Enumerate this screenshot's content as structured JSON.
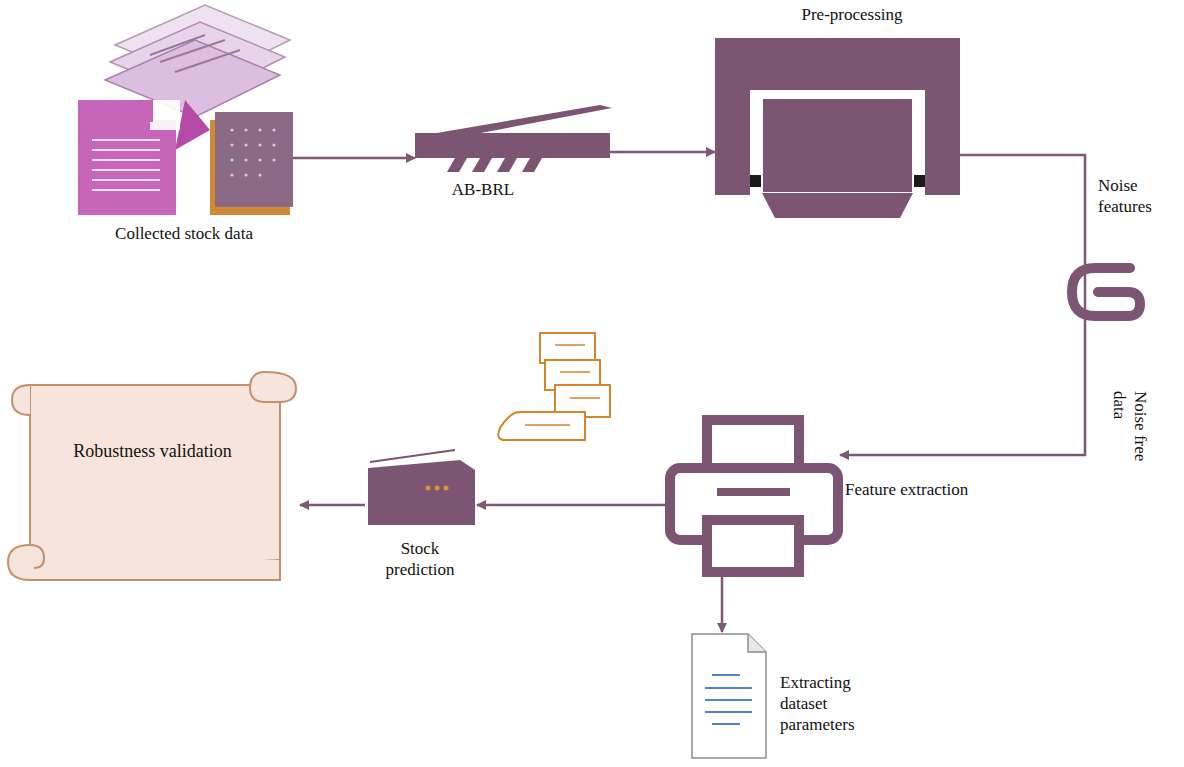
{
  "diagram": {
    "nodes": [
      {
        "text": [
          "Collected stock data"
        ]
      },
      {
        "text": [
          "AB-BRL"
        ]
      },
      {
        "text": [
          "Pre-processing"
        ]
      },
      {
        "text": [
          "Feature extraction"
        ]
      },
      {
        "text": [
          "Stock prediction"
        ]
      },
      {
        "text": [
          "Extracting dataset parameters"
        ]
      },
      {
        "text": [
          "Robustness validation"
        ]
      }
    ],
    "edges": [
      {
        "from": 0,
        "to": 1,
        "arrow": "to"
      },
      {
        "from": 1,
        "to": 2,
        "arrow": "to"
      },
      {
        "from": 2,
        "to": 3,
        "arrow": "to"
      },
      {
        "from": 3,
        "to": 4,
        "arrow": "to"
      },
      {
        "from": 3,
        "to": 5,
        "arrow": "to"
      },
      {
        "from": 4,
        "to": 6,
        "arrow": "to"
      }
    ],
    "labels": [
      "Noise features",
      "Noise free data"
    ]
  }
}
